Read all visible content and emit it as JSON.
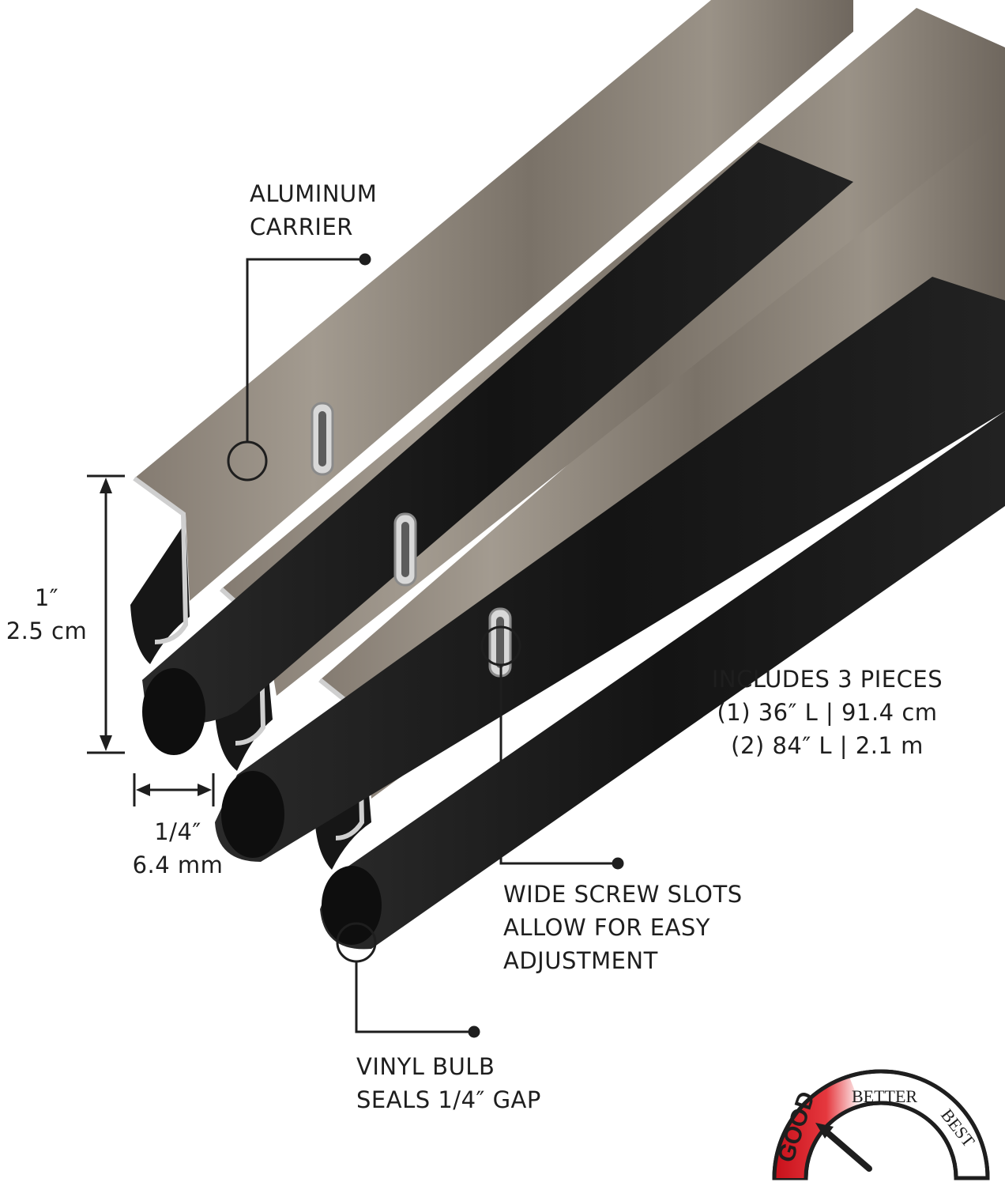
{
  "colors": {
    "carrier_light": "#9a9288",
    "carrier_dark": "#756d64",
    "vinyl": "#1b1b1b",
    "callout_line": "#1e1e1e",
    "gauge_red": "#d9141b",
    "gauge_white": "#ffffff"
  },
  "callouts": {
    "aluminum_carrier": [
      "ALUMINUM",
      "CARRIER"
    ],
    "screw_slots": [
      "WIDE SCREW SLOTS",
      "ALLOW FOR EASY",
      "ADJUSTMENT"
    ],
    "vinyl_bulb": [
      "VINYL BULB",
      "SEALS 1/4″ GAP"
    ]
  },
  "dimensions": {
    "height": [
      "1″",
      "2.5 cm"
    ],
    "gap": [
      "1/4″",
      "6.4 mm"
    ]
  },
  "includes": {
    "title": "INCLUDES 3 PIECES",
    "items": [
      "(1) 36″ L | 91.4 cm",
      "(2) 84″ L | 2.1 m"
    ]
  },
  "rating": {
    "labels": [
      "GOOD",
      "BETTER",
      "BEST"
    ],
    "selected": "GOOD",
    "icons": [
      "gauge-icon"
    ]
  },
  "product": {
    "piece_count": 3,
    "icons": [
      "door-sweep-strip-illustration"
    ]
  }
}
